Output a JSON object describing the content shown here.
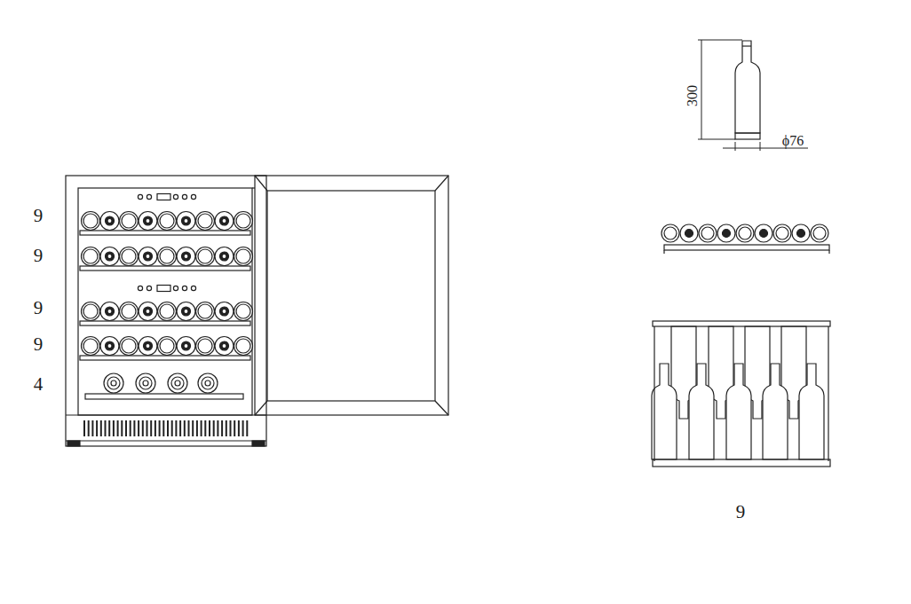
{
  "diagram": {
    "labels": [
      "9",
      "9",
      "9",
      "9",
      "4",
      "300",
      "ϕ76",
      "9"
    ]
  }
}
